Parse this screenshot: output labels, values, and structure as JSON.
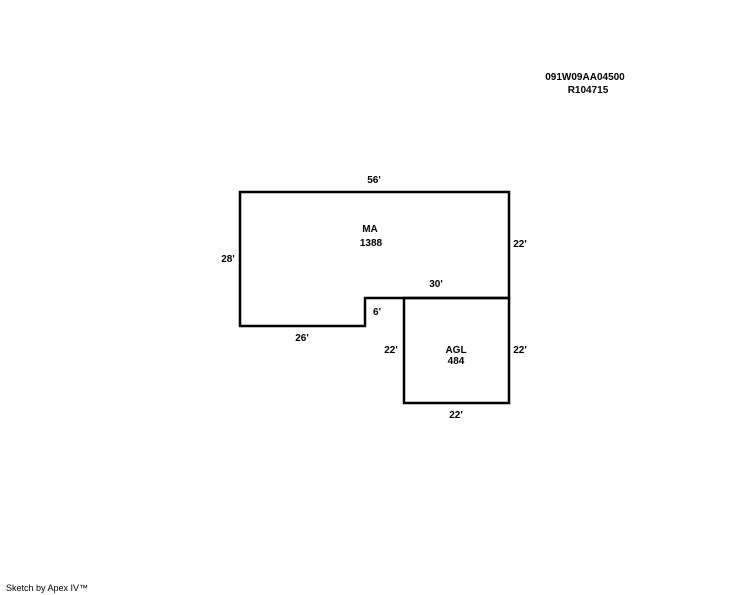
{
  "parcel": {
    "map_number": "091W09AA04500",
    "account": "R104715"
  },
  "areas": [
    {
      "code": "MA",
      "sqft": "1388"
    },
    {
      "code": "AGL",
      "sqft": "484"
    }
  ],
  "dimensions": {
    "ma_top": "56'",
    "ma_left": "28'",
    "ma_right": "22'",
    "ma_bottom": "26'",
    "ma_notch": "6'",
    "shared": "30'",
    "agl_left": "22'",
    "agl_right": "22'",
    "agl_bottom": "22'"
  },
  "footer": "Sketch by Apex IV™"
}
